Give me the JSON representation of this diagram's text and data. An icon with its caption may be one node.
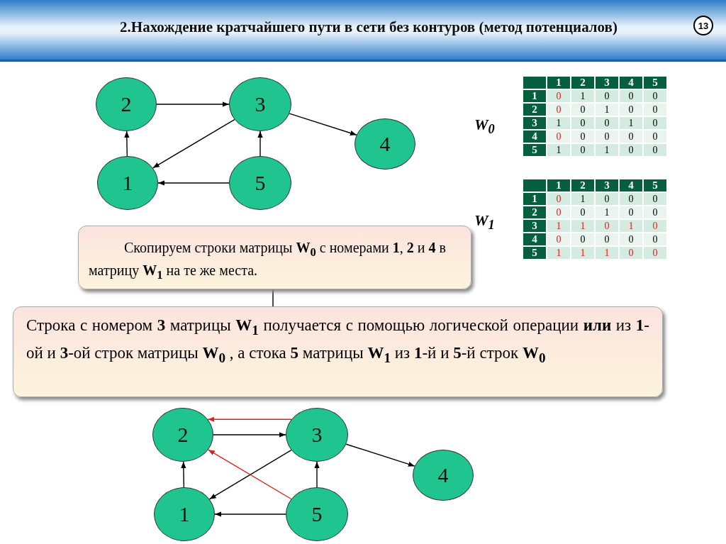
{
  "diagram": {
    "title": "2.Нахождение кратчайшего пути в сети без контуров (метод потенциалов)",
    "nodes": [
      {
        "text": [
          "2"
        ]
      },
      {
        "text": [
          "3"
        ]
      },
      {
        "text": [
          "4"
        ]
      },
      {
        "text": [
          "1"
        ]
      },
      {
        "text": [
          "5"
        ]
      },
      {
        "text": [
          "Скопируем строки матрицы **W$_{0}$** с номерами **1**, **2** и **4** в матрицу  **W$_{1}$** на те же места."
        ]
      },
      {
        "text": [
          "Строка с номером **3** матрицы **W$_{1}$** получается с помощью логической операции **или** из **1**-ой и **3**-ой строк матрицы **W$_{0}$** , а стока **5** матрицы **W$_{1}$** из **1**-й и **5**-й строк **W$_{0}$**"
        ]
      },
      {
        "text": [
          "2"
        ]
      },
      {
        "text": [
          "3"
        ]
      },
      {
        "text": [
          "4"
        ]
      },
      {
        "text": [
          "1"
        ]
      },
      {
        "text": [
          "5"
        ]
      }
    ],
    "edges": [
      {
        "from": 0,
        "to": 1,
        "arrow": "to"
      },
      {
        "from": 1,
        "to": 2,
        "arrow": "to"
      },
      {
        "from": 3,
        "to": 0,
        "arrow": "to"
      },
      {
        "from": 1,
        "to": 3,
        "arrow": "to"
      },
      {
        "from": 4,
        "to": 3,
        "arrow": "to"
      },
      {
        "from": 4,
        "to": 1,
        "arrow": "to"
      },
      {
        "from": 5,
        "to": 6,
        "arrow": "none"
      },
      {
        "from": 7,
        "to": 8,
        "arrow": "to"
      },
      {
        "from": 8,
        "to": 9,
        "arrow": "to"
      },
      {
        "from": 10,
        "to": 7,
        "arrow": "to"
      },
      {
        "from": 8,
        "to": 10,
        "arrow": "to"
      },
      {
        "from": 11,
        "to": 10,
        "arrow": "to"
      },
      {
        "from": 11,
        "to": 8,
        "arrow": "to"
      },
      {
        "from": 8,
        "to": 7,
        "arrow": "to",
        "color": "#e02020"
      },
      {
        "from": 11,
        "to": 7,
        "arrow": "to",
        "color": "#e02020"
      }
    ],
    "labels": [
      "13",
      "1",
      "2",
      "3",
      "4",
      "5",
      "1",
      "0",
      "1",
      "0",
      "0",
      "0",
      "2",
      "0",
      "0",
      "1",
      "0",
      "0",
      "3",
      "1",
      "0",
      "0",
      "1",
      "0",
      "4",
      "0",
      "0",
      "0",
      "0",
      "0",
      "5",
      "1",
      "0",
      "1",
      "0",
      "0",
      "W$_{0}$",
      "1",
      "2",
      "3",
      "4",
      "5",
      "1",
      "0",
      "1",
      "0",
      "0",
      "0",
      "2",
      "0",
      "0",
      "1",
      "0",
      "0",
      "3",
      "1",
      "1",
      "0",
      "1",
      "0",
      "4",
      "0",
      "0",
      "0",
      "0",
      "0",
      "5",
      "1",
      "1",
      "1",
      "0",
      "0",
      "W$_{1}$"
    ]
  }
}
